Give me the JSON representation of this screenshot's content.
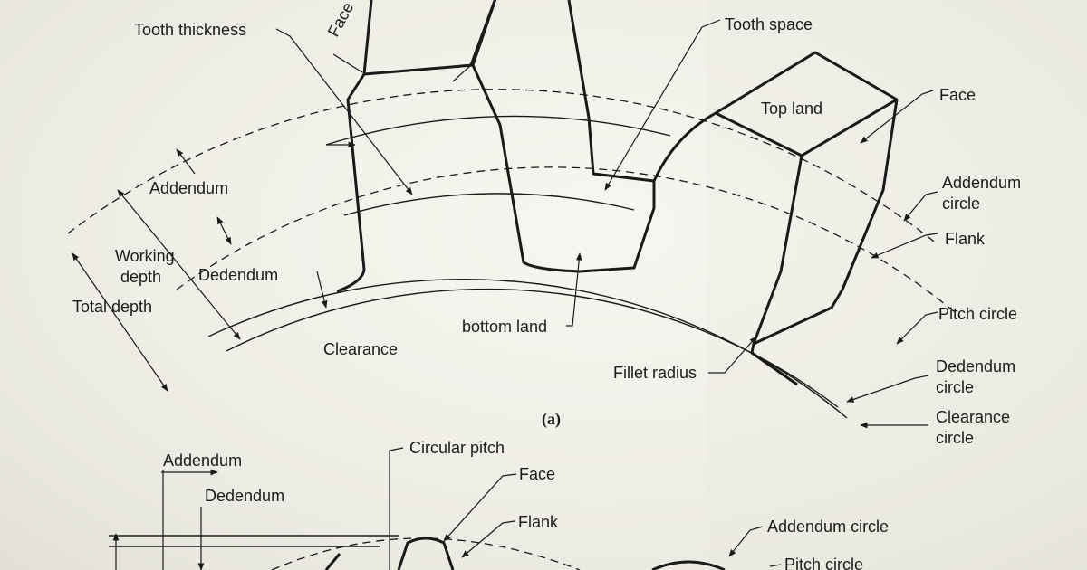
{
  "diagram": {
    "caption": "(a)",
    "labels": {
      "face_top": "Face",
      "tooth_thickness": "Tooth thickness",
      "tooth_space": "Tooth space",
      "face_right": "Face",
      "top_land": "Top land",
      "addendum_circle_1": "Addendum",
      "addendum_circle_2": "circle",
      "flank": "Flank",
      "pitch_circle": "Pitch circle",
      "dedendum_circle_1": "Dedendum",
      "dedendum_circle_2": "circle",
      "clearance_circle_1": "Clearance",
      "clearance_circle_2": "circle",
      "fillet_radius": "Fillet radius",
      "bottom_land": "bottom land",
      "clearance": "Clearance",
      "addendum": "Addendum",
      "working_depth_1": "Working",
      "working_depth_2": "depth",
      "dedendum": "Dedendum",
      "total_depth": "Total depth"
    },
    "lower_labels": {
      "circular_pitch": "Circular pitch",
      "addendum": "Addendum",
      "dedendum": "Dedendum",
      "face": "Face",
      "flank": "Flank",
      "addendum_circle": "Addendum circle",
      "pitch_circle": "Pitch circle"
    }
  }
}
